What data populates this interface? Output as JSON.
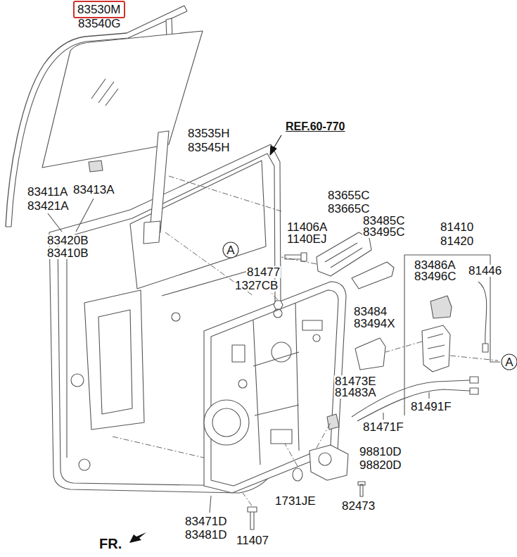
{
  "diagram": {
    "nodes": [
      {
        "text": [
          "83530M"
        ]
      },
      {
        "text": [
          "A"
        ]
      },
      {
        "text": [
          "A"
        ]
      }
    ],
    "labels": [
      "83540G",
      "83535H",
      "83545H",
      "REF.60-770",
      "83411A",
      "83421A",
      "83413A",
      "83420B",
      "83410B",
      "83655C",
      "83665C",
      "11406A",
      "1140EJ",
      "83485C",
      "83495C",
      "81410",
      "81420",
      "81477",
      "1327CB",
      "83486A",
      "83496C",
      "81446",
      "83484",
      "83494X",
      "81473E",
      "81483A",
      "81491F",
      "81471F",
      "98810D",
      "98820D",
      "83471D",
      "83481D",
      "1731JE",
      "82473",
      "11407",
      "FR."
    ]
  }
}
